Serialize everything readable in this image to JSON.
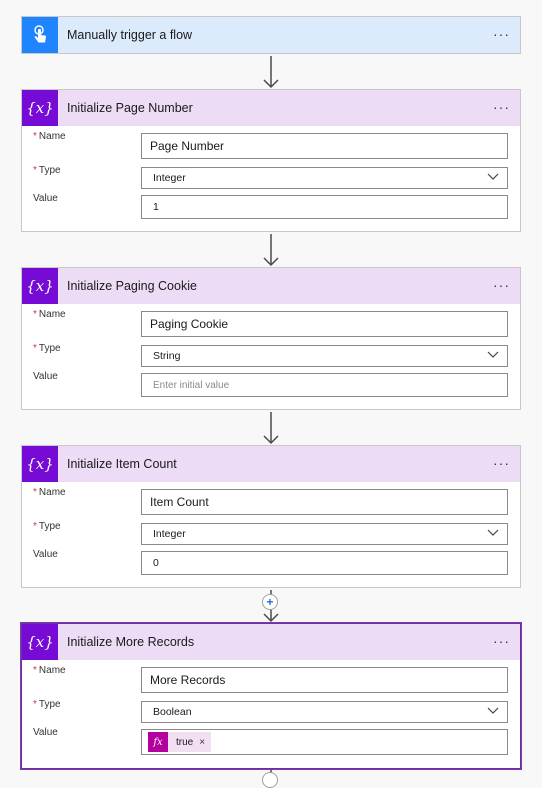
{
  "trigger": {
    "title": "Manually trigger a flow",
    "more": "···"
  },
  "labels": {
    "name": "Name",
    "type": "Type",
    "value": "Value",
    "required": "*"
  },
  "cards": [
    {
      "title": "Initialize Page Number",
      "more": "···",
      "name": "Page Number",
      "type": "Integer",
      "value": "1",
      "value_placeholder": ""
    },
    {
      "title": "Initialize Paging Cookie",
      "more": "···",
      "name": "Paging Cookie",
      "type": "String",
      "value": "",
      "value_placeholder": "Enter initial value"
    },
    {
      "title": "Initialize Item Count",
      "more": "···",
      "name": "Item Count",
      "type": "Integer",
      "value": "0",
      "value_placeholder": ""
    },
    {
      "title": "Initialize More Records",
      "more": "···",
      "name": "More Records",
      "type": "Boolean",
      "value_token": {
        "icon": "fx",
        "text": "true",
        "remove": "×"
      }
    }
  ],
  "icons": {
    "trigger": "touch-icon",
    "variable": "variable-x-icon",
    "chevron": "chevron-down-icon",
    "arrow": "arrow-down-icon",
    "plus": "plus-icon",
    "function": "fx-icon"
  },
  "colors": {
    "trigger_accent": "#1f85ff",
    "trigger_header": "#dcebfb",
    "variable_accent": "#770bd6",
    "variable_header": "#ecdcf5",
    "function_token": "#b4009e",
    "token_bg": "#f2dff1",
    "required": "#d13438"
  }
}
